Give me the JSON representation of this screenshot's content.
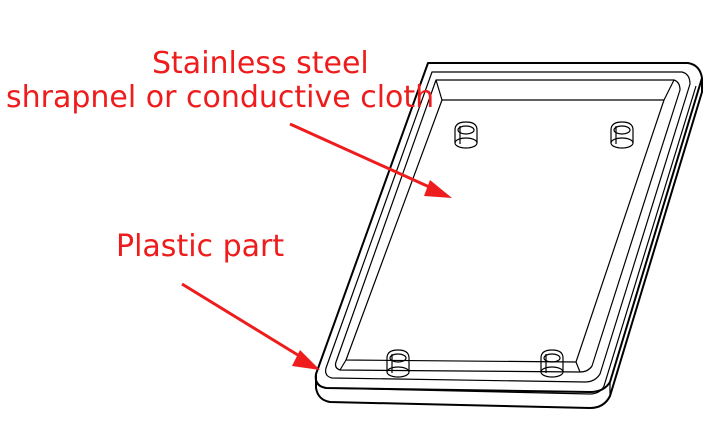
{
  "labels": {
    "steel_line1": "Stainless steel",
    "steel_line2": "shrapnel or conductive cloth",
    "plastic": "Plastic part"
  },
  "colors": {
    "annotation": "#ee1c1c",
    "outline": "#000000",
    "background": "#ffffff"
  }
}
